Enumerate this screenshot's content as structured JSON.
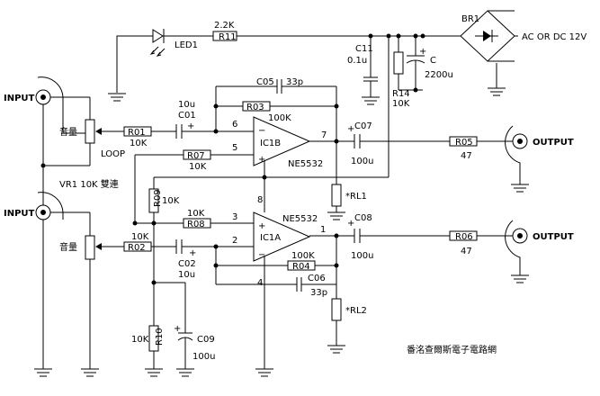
{
  "labels": {
    "input_top": "INPUT",
    "input_bottom": "INPUT",
    "output_top": "OUTPUT",
    "output_bottom": "OUTPUT",
    "vol_top": "音量",
    "vol_bottom": "音量",
    "loop": "LOOP",
    "vr1": "VR1 10K 雙連",
    "led": "LED1",
    "r11": "R11",
    "r11_val": "2.2K",
    "br1": "BR1",
    "supply": "AC OR DC 12V",
    "c11": "C11",
    "c11_val": "0.1u",
    "r14": "R14",
    "r14_val": "10K",
    "c_main": "C",
    "c_main_val": "2200u",
    "c05": "C05",
    "c05_val": "33p",
    "r03": "R03",
    "r03_val": "100K",
    "c01": "C01",
    "c01_val": "10u",
    "r01": "R01",
    "r01_val": "10K",
    "r07": "R07",
    "r07_val": "10K",
    "ic1b": "IC1B",
    "ic1a": "IC1A",
    "ne_top": "NE5532",
    "ne_bottom": "NE5532",
    "pin6": "6",
    "pin5": "5",
    "pin7": "7",
    "pin8": "8",
    "pin3": "3",
    "pin2": "2",
    "pin1": "1",
    "pin4": "4",
    "c07": "C07",
    "c07_val": "100u",
    "r05": "R05",
    "r05_val": "47",
    "rl1": "*RL1",
    "r09": "R09",
    "r09_val": "10K",
    "r08": "R08",
    "r08_val": "10K",
    "r02": "R02",
    "r02_val": "10K",
    "c02": "C02",
    "c02_val": "10u",
    "r04": "R04",
    "r04_val": "100K",
    "c06": "C06",
    "c06_val": "33p",
    "c08": "C08",
    "c08_val": "100u",
    "r06": "R06",
    "r06_val": "47",
    "rl2": "*RL2",
    "r10": "R10",
    "r10_val": "10K",
    "c09": "C09",
    "c09_val": "100u",
    "plus": "+",
    "minus": "−",
    "watermark": "番洺查爾斯電子電路網"
  }
}
